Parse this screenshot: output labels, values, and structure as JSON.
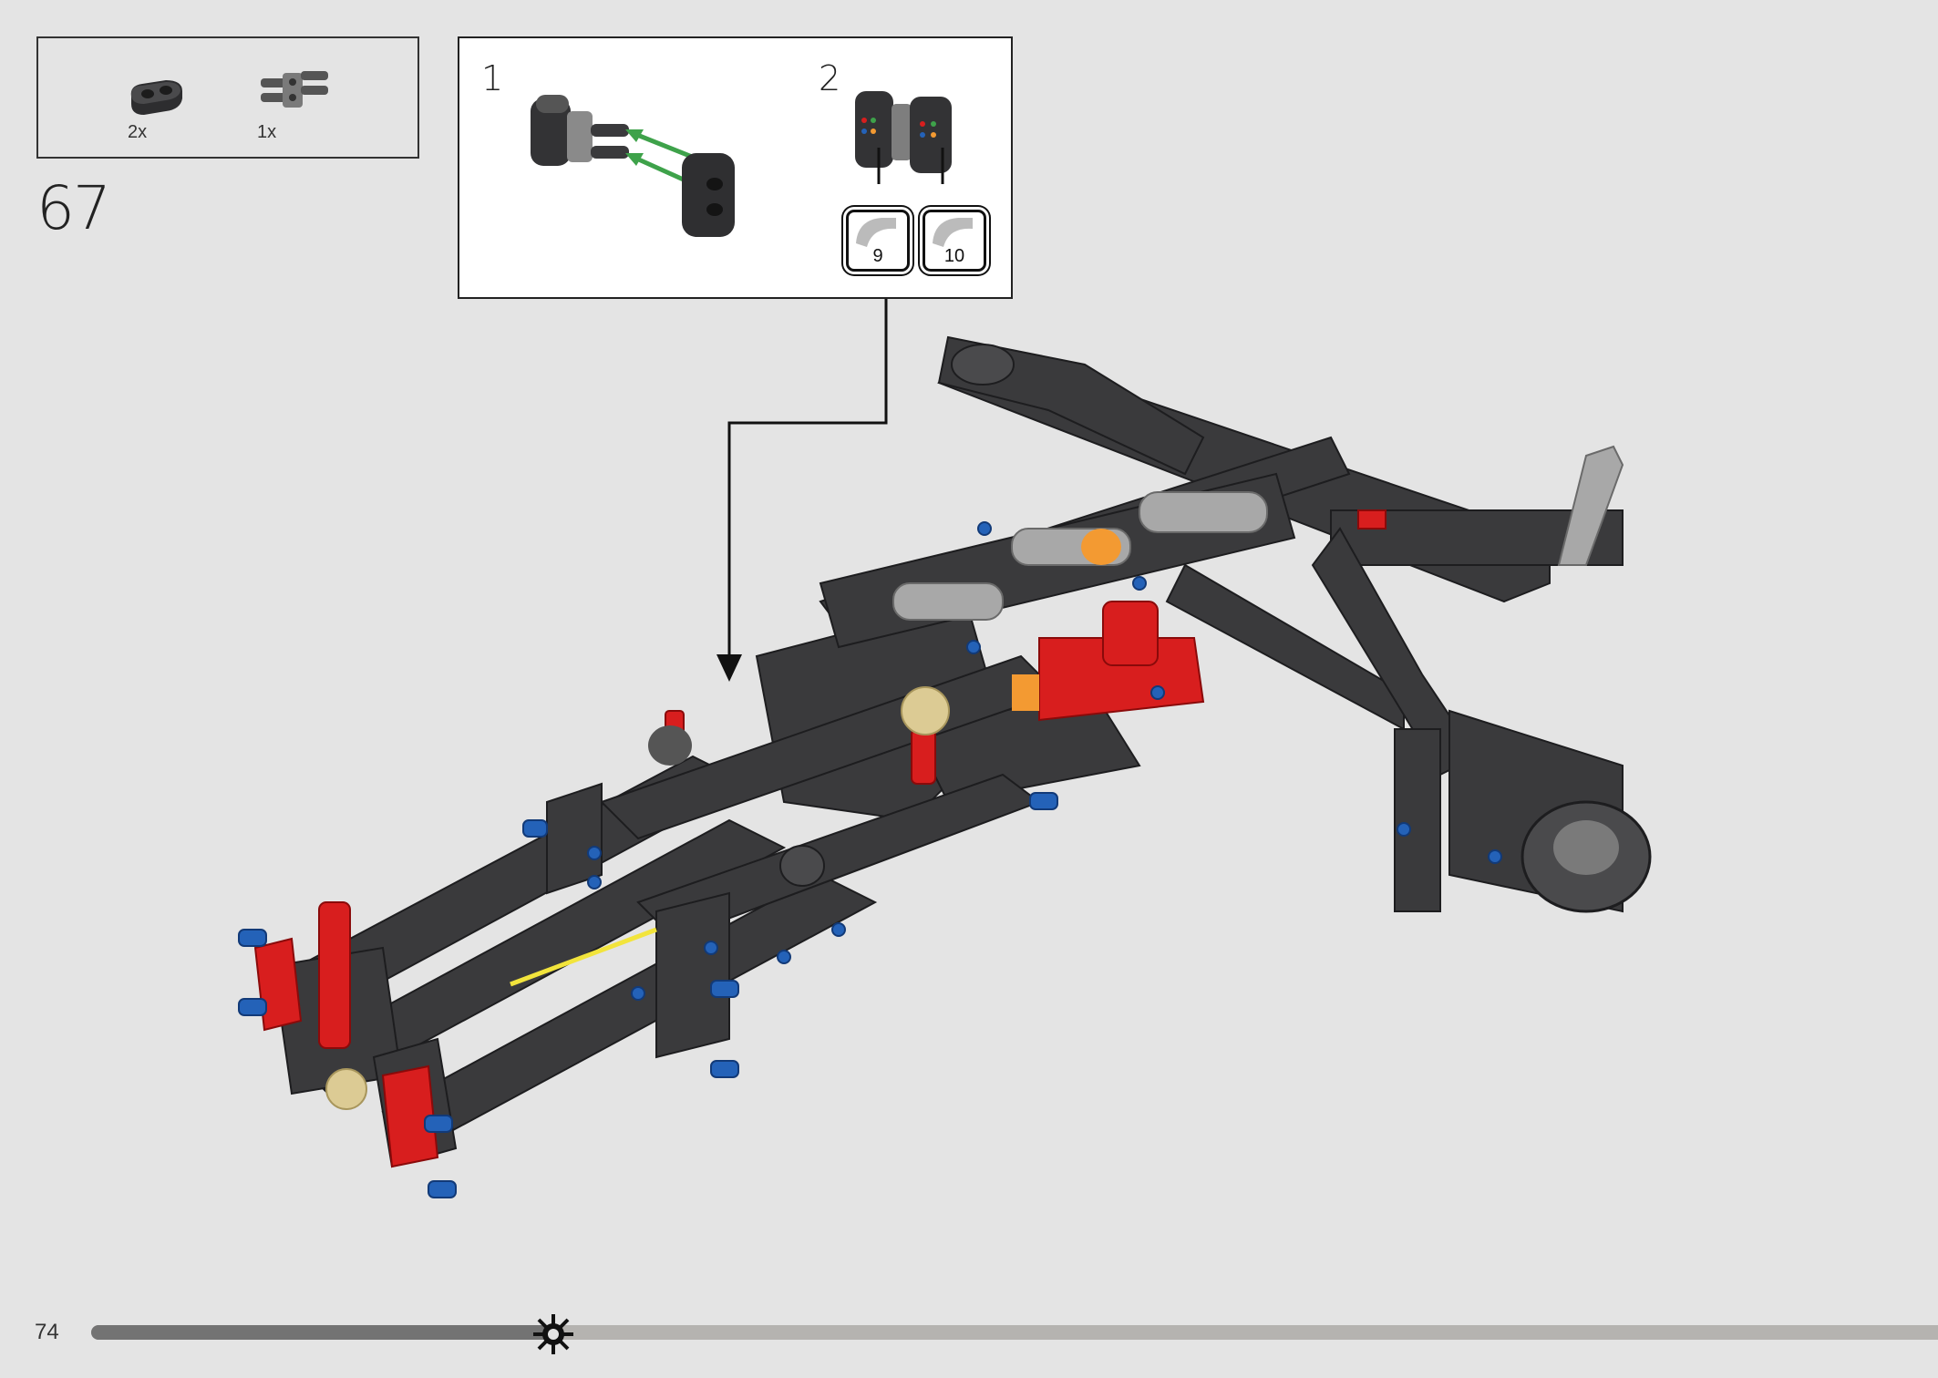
{
  "page": {
    "number": "74"
  },
  "step": {
    "number": "67"
  },
  "parts_list": {
    "items": [
      {
        "icon": "connector-block-icon",
        "qty": "2x"
      },
      {
        "icon": "double-pin-connector-icon",
        "qty": "1x"
      }
    ]
  },
  "callout": {
    "substeps": [
      {
        "number": "1"
      },
      {
        "number": "2"
      }
    ],
    "stickers": [
      {
        "label": "9"
      },
      {
        "label": "10"
      }
    ]
  },
  "progress": {
    "fraction": 0.25
  },
  "colors": {
    "background": "#e4e4e4",
    "brick_dark": "#3a3a3c",
    "brick_light_grey": "#a0a0a0",
    "pin_blue": "#2462b8",
    "part_red": "#d81e1e",
    "arrow_green": "#3ea24a",
    "accent_orange": "#f39a32",
    "tan": "#dccb94"
  }
}
